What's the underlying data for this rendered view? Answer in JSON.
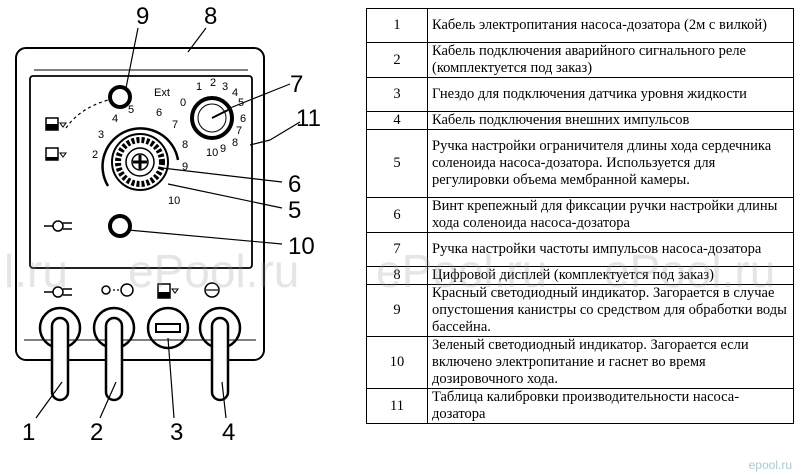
{
  "diagram": {
    "callouts": [
      "1",
      "2",
      "3",
      "4",
      "5",
      "6",
      "7",
      "8",
      "9",
      "10",
      "11"
    ],
    "frequency_dial": {
      "ext_label": "Ext",
      "scale_top": [
        "0",
        "1",
        "2",
        "3",
        "4",
        "5"
      ],
      "scale_bottom": [
        "10",
        "9",
        "8",
        "7",
        "6"
      ]
    },
    "stroke_dial": {
      "scale": [
        "2",
        "3",
        "4",
        "5",
        "6",
        "7",
        "8",
        "9",
        "10"
      ]
    }
  },
  "legend": {
    "rows": [
      {
        "num": "1",
        "text": "Кабель электропитания насоса-дозатора (2м с вилкой)"
      },
      {
        "num": "2",
        "text": "Кабель подключения аварийного сигнального реле (комплектуется под заказ)"
      },
      {
        "num": "3",
        "text": "Гнездо для подключения датчика уровня жидкости"
      },
      {
        "num": "4",
        "text": "Кабель подключения внешних импульсов"
      },
      {
        "num": "5",
        "text": "Ручка настройки ограничителя длины хода сердечника соленоида насоса-дозатора. Используется для регулировки объема мембранной камеры."
      },
      {
        "num": "6",
        "text": "Винт крепежный для фиксации ручки настройки длины хода соленоида насоса-дозатора"
      },
      {
        "num": "7",
        "text": "Ручка настройки частоты импульсов насоса-дозатора"
      },
      {
        "num": "8",
        "text": "Цифровой дисплей (комплектуется под заказ)"
      },
      {
        "num": "9",
        "text": "Красный светодиодный индикатор. Загорается в случае опустошения канистры со средством для обработки воды бассейна."
      },
      {
        "num": "10",
        "text": "Зеленый светодиодный индикатор. Загорается если включено электропитание и гаснет во время дозировочного хода."
      },
      {
        "num": "11",
        "text": "Таблица калибровки производительности насоса-дозатора"
      }
    ]
  },
  "watermarks": [
    "l.ru",
    "ePool.ru",
    "ePool.ru",
    "ePool.ru"
  ],
  "footer_mark": "epool.ru"
}
